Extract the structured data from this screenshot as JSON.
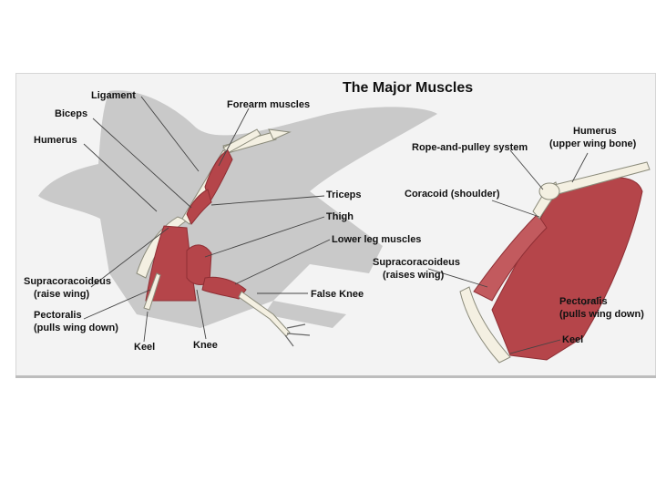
{
  "diagram": {
    "title": "The Major Muscles",
    "left_labels": {
      "ligament": "Ligament",
      "biceps": "Biceps",
      "humerus": "Humerus",
      "forearm_muscles": "Forearm muscles",
      "triceps": "Triceps",
      "thigh": "Thigh",
      "lower_leg_muscles": "Lower leg muscles",
      "supracoracoideus_line1": "Supracoracoideus",
      "supracoracoideus_line2": "(raise wing)",
      "pectoralis_line1": "Pectoralis",
      "pectoralis_line2": "(pulls wing down)",
      "false_knee": "False Knee",
      "keel": "Keel",
      "knee": "Knee"
    },
    "right_labels": {
      "humerus_line1": "Humerus",
      "humerus_line2": "(upper wing bone)",
      "rope_and_pulley": "Rope-and-pulley system",
      "coracoid": "Coracoid (shoulder)",
      "supracoracoideus_line1": "Supracoracoideus",
      "supracoracoideus_line2": "(raises wing)",
      "pectoralis_line1": "Pectoralis",
      "pectoralis_line2": "(pulls wing down)",
      "keel": "Keel"
    },
    "colors": {
      "silhouette": "#c9c9c9",
      "muscle": "#b5454a",
      "muscle_dark": "#8e2e34",
      "bone": "#f4f0e2",
      "line": "#444444"
    }
  }
}
